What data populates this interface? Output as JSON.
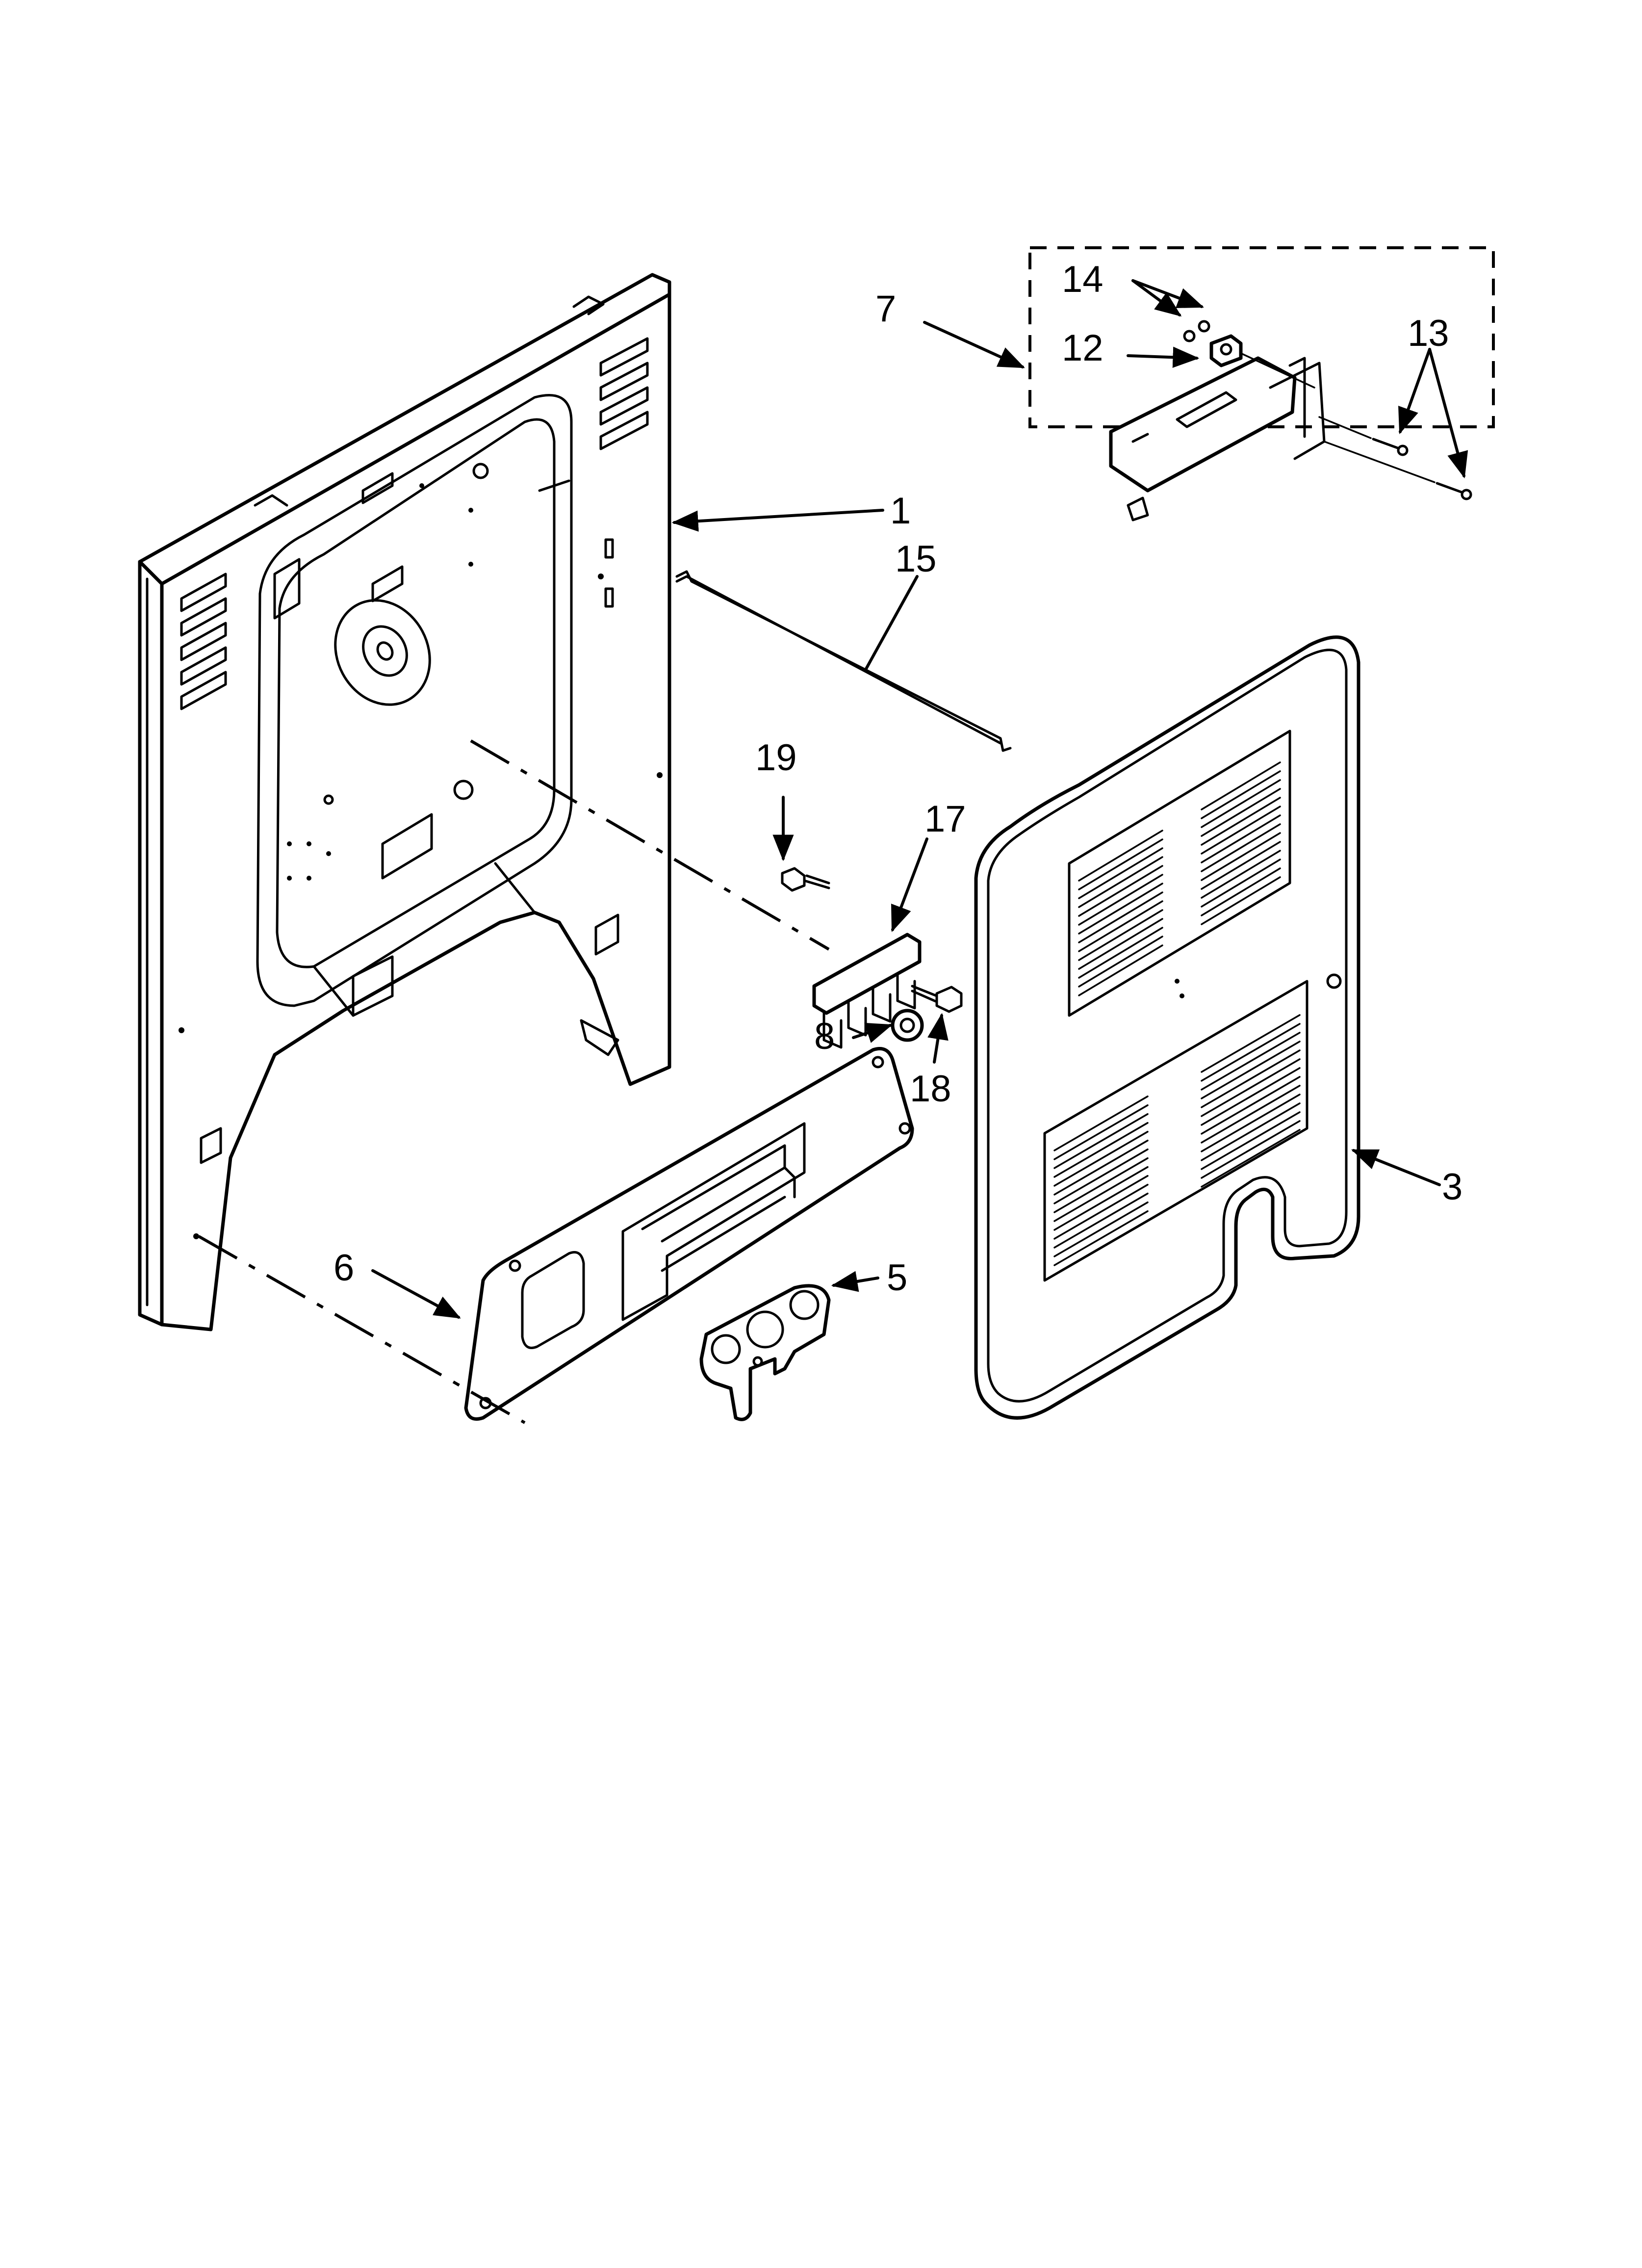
{
  "diagram": {
    "callouts": [
      {
        "id": "c1",
        "text": "1"
      },
      {
        "id": "c3",
        "text": "3"
      },
      {
        "id": "c5",
        "text": "5"
      },
      {
        "id": "c6",
        "text": "6"
      },
      {
        "id": "c7",
        "text": "7"
      },
      {
        "id": "c8",
        "text": "8"
      },
      {
        "id": "c12",
        "text": "12"
      },
      {
        "id": "c13",
        "text": "13"
      },
      {
        "id": "c14",
        "text": "14"
      },
      {
        "id": "c15",
        "text": "15"
      },
      {
        "id": "c17",
        "text": "17"
      },
      {
        "id": "c18",
        "text": "18"
      },
      {
        "id": "c19",
        "text": "19"
      }
    ]
  }
}
